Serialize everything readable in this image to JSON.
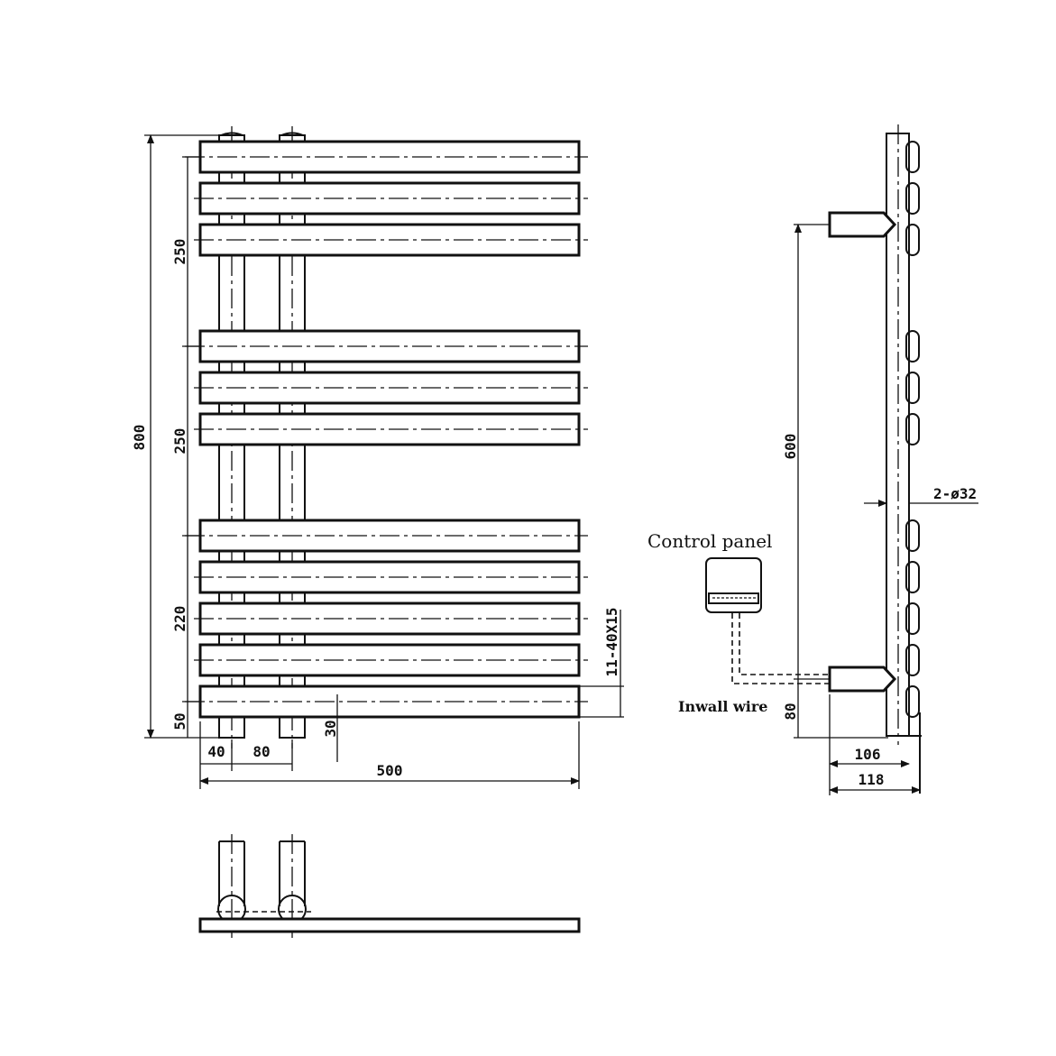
{
  "labels": {
    "overall_height": "800",
    "section_top": "250",
    "section_middle": "250",
    "section_lower": "220",
    "bottom_offset": "50",
    "pipe_offset": "40",
    "pipe_spacing": "80",
    "pipe_drop": "30",
    "overall_width": "500",
    "bar_spec": "11-40X15",
    "bracket_spacing": "600",
    "bracket_bottom": "80",
    "wall_depth_inner": "106",
    "wall_depth_outer": "118",
    "pipe_diameter": "2-ø32",
    "control_panel": "Control panel",
    "inwall_wire": "Inwall wire"
  },
  "colors": {
    "line": "#111111",
    "background": "#ffffff"
  }
}
